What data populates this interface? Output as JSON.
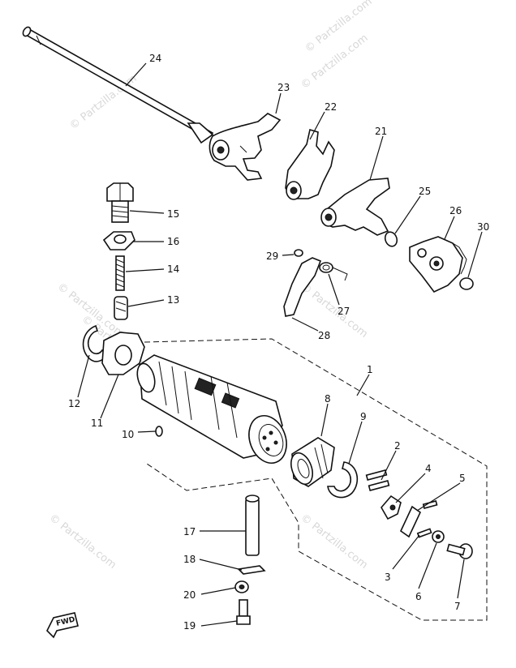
{
  "watermarks": [
    "© Partzilla.com",
    "© Partzilla.com",
    "© Partzilla.com",
    "© Partzilla.com",
    "© Partzilla.com",
    "© Partzilla.com",
    "© Partzilla.com",
    "© Partzilla.com"
  ],
  "callouts": {
    "c1": "1",
    "c2": "2",
    "c3": "3",
    "c4": "4",
    "c5": "5",
    "c6": "6",
    "c7": "7",
    "c8": "8",
    "c9": "9",
    "c10": "10",
    "c11": "11",
    "c12": "12",
    "c13": "13",
    "c14": "14",
    "c15": "15",
    "c16": "16",
    "c17": "17",
    "c18": "18",
    "c19": "19",
    "c20": "20",
    "c21": "21",
    "c22": "22",
    "c23": "23",
    "c24": "24",
    "c25": "25",
    "c26": "26",
    "c27": "27",
    "c28": "28",
    "c29": "29",
    "c30": "30"
  },
  "fwd_label": "FWD"
}
